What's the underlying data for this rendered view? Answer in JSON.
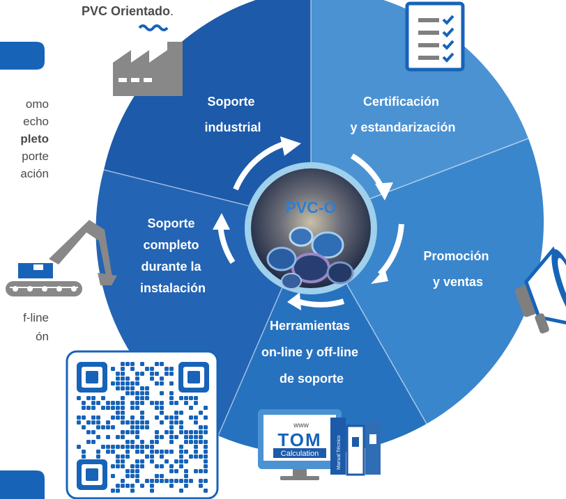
{
  "header": {
    "title": "PVC Orientado",
    "title_suffix": "."
  },
  "left_text": {
    "lines_top": [
      "omo",
      "echo",
      "pleto",
      "porte",
      "ación"
    ],
    "lines_bottom": [
      "f-line",
      "ón"
    ]
  },
  "center": {
    "label": "PVC-O"
  },
  "segments": [
    {
      "lines": [
        "Soporte",
        "industrial"
      ]
    },
    {
      "lines": [
        "Certificación",
        "y estandarización"
      ]
    },
    {
      "lines": [
        "Promoción",
        "y ventas"
      ]
    },
    {
      "lines": [
        "Herramientas",
        "on-line y off-line",
        "de soporte"
      ]
    },
    {
      "lines": [
        "Soporte",
        "completo",
        "durante la",
        "instalación"
      ]
    }
  ],
  "tom_badge": {
    "www": "www",
    "brand": "TOM",
    "sub": "Calculation",
    "binder": "Manual Técnico"
  },
  "colors": {
    "seg_industrial": "#1d5aa9",
    "seg_cert": "#4b92d3",
    "seg_promo": "#3a86cc",
    "seg_tools": "#2772bf",
    "seg_install": "#2364b4",
    "accent": "#1763b8",
    "icon_gray": "#7f7f7f",
    "text_gray": "#4a4a4a"
  }
}
